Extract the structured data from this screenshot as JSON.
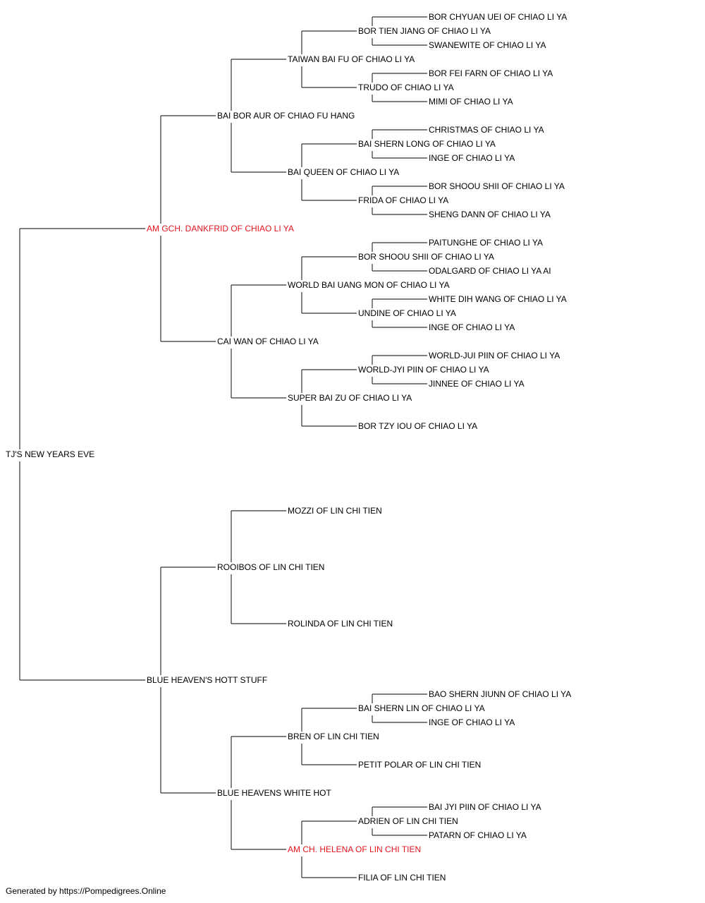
{
  "colors": {
    "titled_dog": "#e0141e",
    "text": "#000000",
    "line": "#333333"
  },
  "subject": {
    "name": "TJ'S NEW YEARS EVE"
  },
  "sire": {
    "name": "AM GCH. DANKFRID OF CHIAO LI YA",
    "titled": true,
    "sire": {
      "name": "BAI BOR AUR OF CHIAO FU HANG",
      "sire": {
        "name": "TAIWAN BAI FU OF CHIAO LI YA",
        "sire": {
          "name": "BOR TIEN JIANG OF CHIAO LI YA",
          "sire": {
            "name": "BOR CHYUAN UEI OF CHIAO LI YA"
          },
          "dam": {
            "name": "SWANEWITE OF CHIAO LI YA"
          }
        },
        "dam": {
          "name": "TRUDO OF CHIAO LI YA",
          "sire": {
            "name": "BOR FEI FARN OF CHIAO LI YA"
          },
          "dam": {
            "name": "MIMI OF CHIAO LI YA"
          }
        }
      },
      "dam": {
        "name": "BAI QUEEN OF CHIAO LI YA",
        "sire": {
          "name": "BAI SHERN LONG OF CHIAO LI YA",
          "sire": {
            "name": "CHRISTMAS OF CHIAO LI YA"
          },
          "dam": {
            "name": "INGE OF CHIAO LI YA"
          }
        },
        "dam": {
          "name": "FRIDA OF CHIAO LI YA",
          "sire": {
            "name": "BOR SHOOU SHII OF CHIAO LI YA"
          },
          "dam": {
            "name": "SHENG DANN OF CHIAO LI YA"
          }
        }
      }
    },
    "dam": {
      "name": "CAI WAN OF CHIAO LI YA",
      "sire": {
        "name": "WORLD BAI UANG MON OF CHIAO LI YA",
        "sire": {
          "name": "BOR SHOOU SHII OF CHIAO LI YA",
          "sire": {
            "name": "PAITUNGHE OF CHIAO LI YA"
          },
          "dam": {
            "name": "ODALGARD OF CHIAO LI YA AI"
          }
        },
        "dam": {
          "name": "UNDINE OF CHIAO LI YA",
          "sire": {
            "name": "WHITE DIH WANG OF CHIAO LI YA"
          },
          "dam": {
            "name": "INGE OF CHIAO LI YA"
          }
        }
      },
      "dam": {
        "name": "SUPER BAI ZU OF CHIAO LI YA",
        "sire": {
          "name": "WORLD-JYI PIIN OF CHIAO LI YA",
          "sire": {
            "name": "WORLD-JUI PIIN OF CHIAO LI YA"
          },
          "dam": {
            "name": "JINNEE OF CHIAO LI YA"
          }
        },
        "dam": {
          "name": "BOR TZY IOU OF CHIAO LI YA"
        }
      }
    }
  },
  "dam": {
    "name": "BLUE HEAVEN'S HOTT STUFF",
    "sire": {
      "name": "ROOIBOS OF LIN CHI TIEN",
      "sire": {
        "name": "MOZZI OF LIN CHI TIEN"
      },
      "dam": {
        "name": "ROLINDA OF LIN CHI TIEN"
      }
    },
    "dam": {
      "name": "BLUE HEAVENS WHITE HOT",
      "sire": {
        "name": "BREN OF LIN CHI TIEN",
        "sire": {
          "name": "BAI SHERN LIN OF CHIAO LI YA",
          "sire": {
            "name": "BAO SHERN JIUNN OF CHIAO LI YA"
          },
          "dam": {
            "name": "INGE OF CHIAO LI YA"
          }
        },
        "dam": {
          "name": "PETIT POLAR OF LIN CHI TIEN"
        }
      },
      "dam": {
        "name": "AM CH. HELENA OF LIN CHI TIEN",
        "titled": true,
        "sire": {
          "name": "ADRIEN OF LIN CHI TIEN",
          "sire": {
            "name": "BAI JYI PIIN OF CHIAO LI YA"
          },
          "dam": {
            "name": "PATARN OF CHIAO LI YA"
          }
        },
        "dam": {
          "name": "FILIA OF LIN CHI TIEN"
        }
      }
    }
  },
  "footer": {
    "text": "Generated by https://Pompedigrees.Online"
  }
}
